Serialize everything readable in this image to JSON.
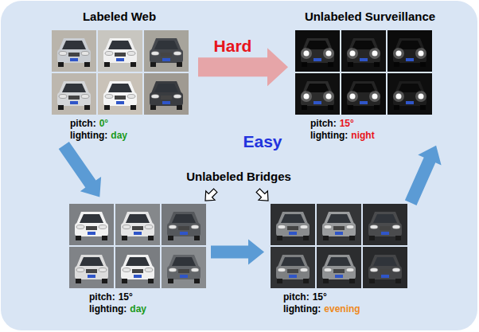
{
  "diagram": {
    "nodes": [
      {
        "text": [
          "Labeled Web",
          "pitch:",
          "0°",
          "lighting:",
          "day"
        ]
      },
      {
        "text": [
          "Unlabeled Surveillance",
          "pitch:",
          "15°",
          "lighting:",
          "night"
        ]
      },
      {
        "text": [
          "pitch:",
          "15°",
          "lighting:",
          "day"
        ]
      },
      {
        "text": [
          "pitch:",
          "15°",
          "lighting:",
          "evening"
        ]
      }
    ],
    "edges": [
      {
        "from": 0,
        "to": 1,
        "label": "Hard",
        "arrow": "to"
      },
      {
        "from": 0,
        "to": 2,
        "arrow": "to"
      },
      {
        "from": 2,
        "to": 3,
        "arrow": "to"
      },
      {
        "from": 3,
        "to": 1,
        "arrow": "to"
      }
    ],
    "labels": [
      "Easy",
      "Unlabeled Bridges"
    ]
  }
}
